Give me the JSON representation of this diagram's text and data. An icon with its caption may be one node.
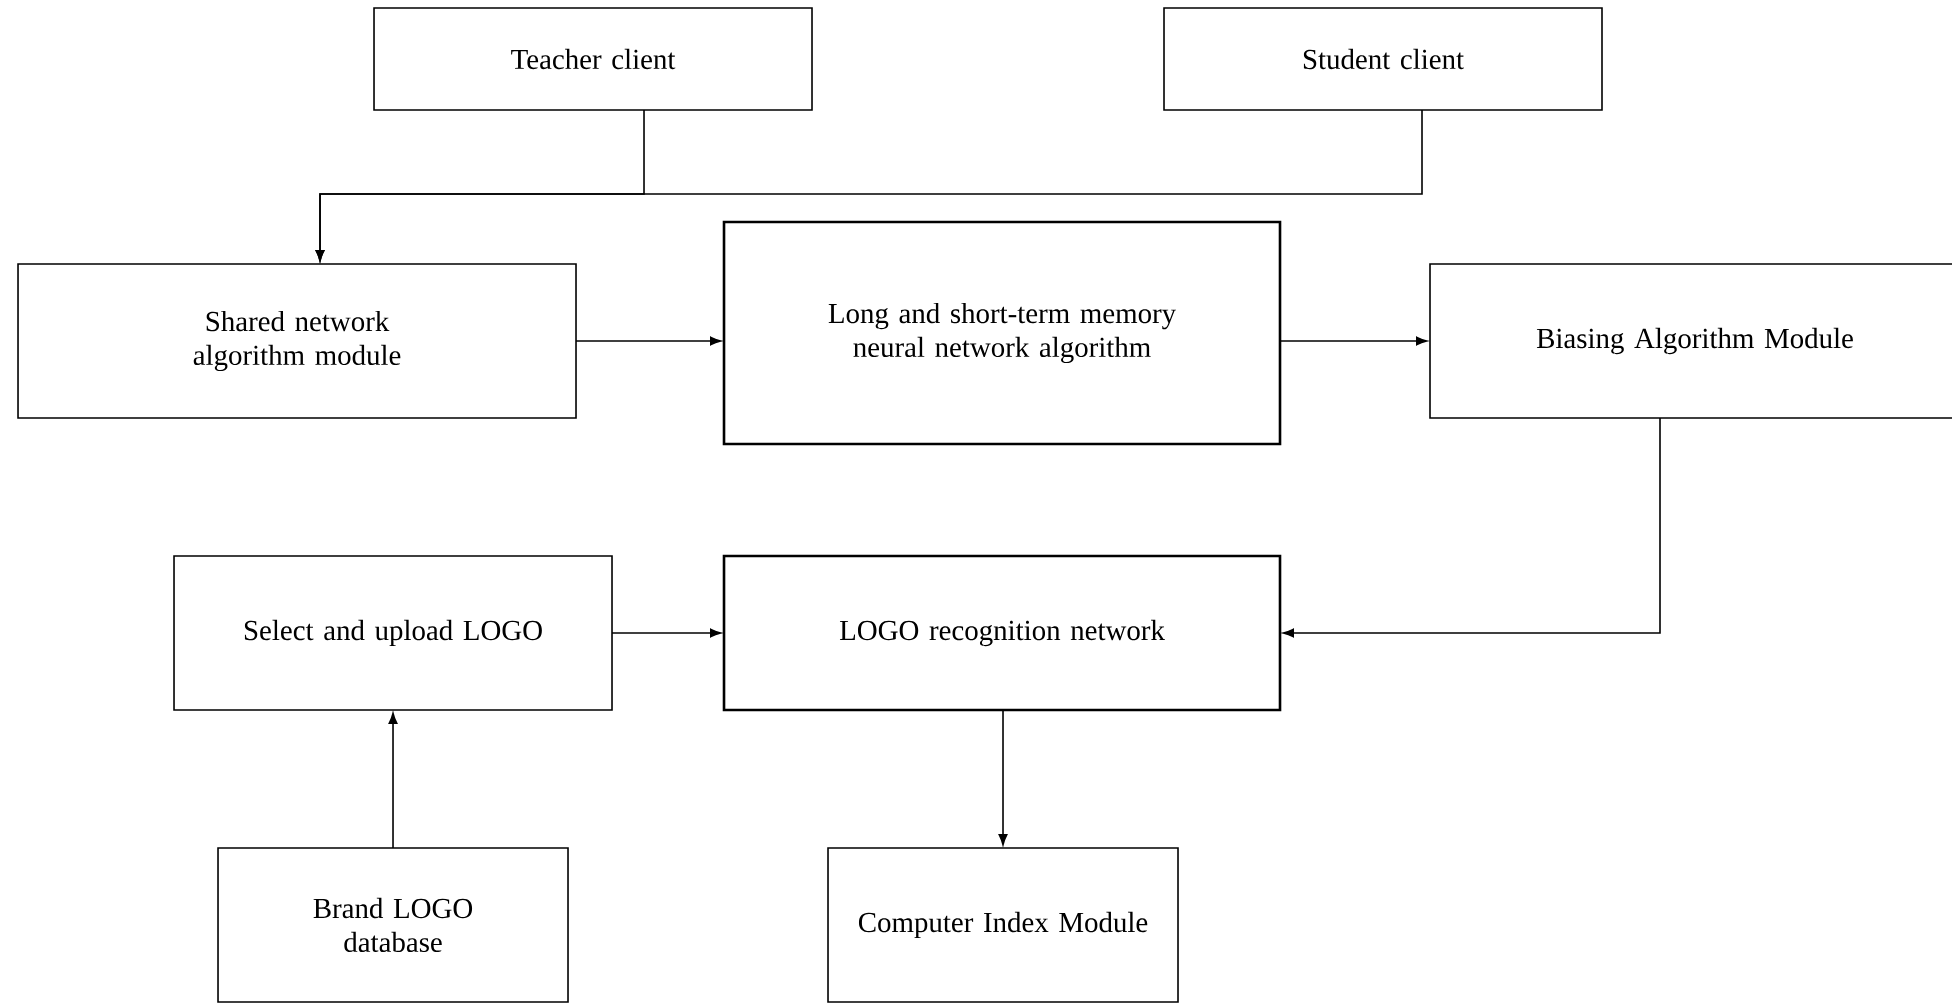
{
  "diagram": {
    "nodes": [
      {
        "text": [
          "Teacher client"
        ]
      },
      {
        "text": [
          "Student client"
        ]
      },
      {
        "text": [
          "Shared network algorithm module"
        ]
      },
      {
        "text": [
          "Long and short-term memory neural network algorithm"
        ]
      },
      {
        "text": [
          "Biasing Algorithm Module"
        ]
      },
      {
        "text": [
          "Select and upload LOGO"
        ]
      },
      {
        "text": [
          "LOGO recognition network"
        ]
      },
      {
        "text": [
          "Brand LOGO database"
        ]
      },
      {
        "text": [
          "Computer Index Module"
        ]
      }
    ],
    "edges": [
      {
        "from": 0,
        "to": 2,
        "arrow": "to"
      },
      {
        "from": 1,
        "to": 2,
        "arrow": "to"
      },
      {
        "from": 2,
        "to": 3,
        "arrow": "to"
      },
      {
        "from": 3,
        "to": 4,
        "arrow": "to"
      },
      {
        "from": 4,
        "to": 6,
        "arrow": "to"
      },
      {
        "from": 5,
        "to": 6,
        "arrow": "to"
      },
      {
        "from": 7,
        "to": 5,
        "arrow": "to"
      },
      {
        "from": 6,
        "to": 8,
        "arrow": "to"
      }
    ]
  }
}
